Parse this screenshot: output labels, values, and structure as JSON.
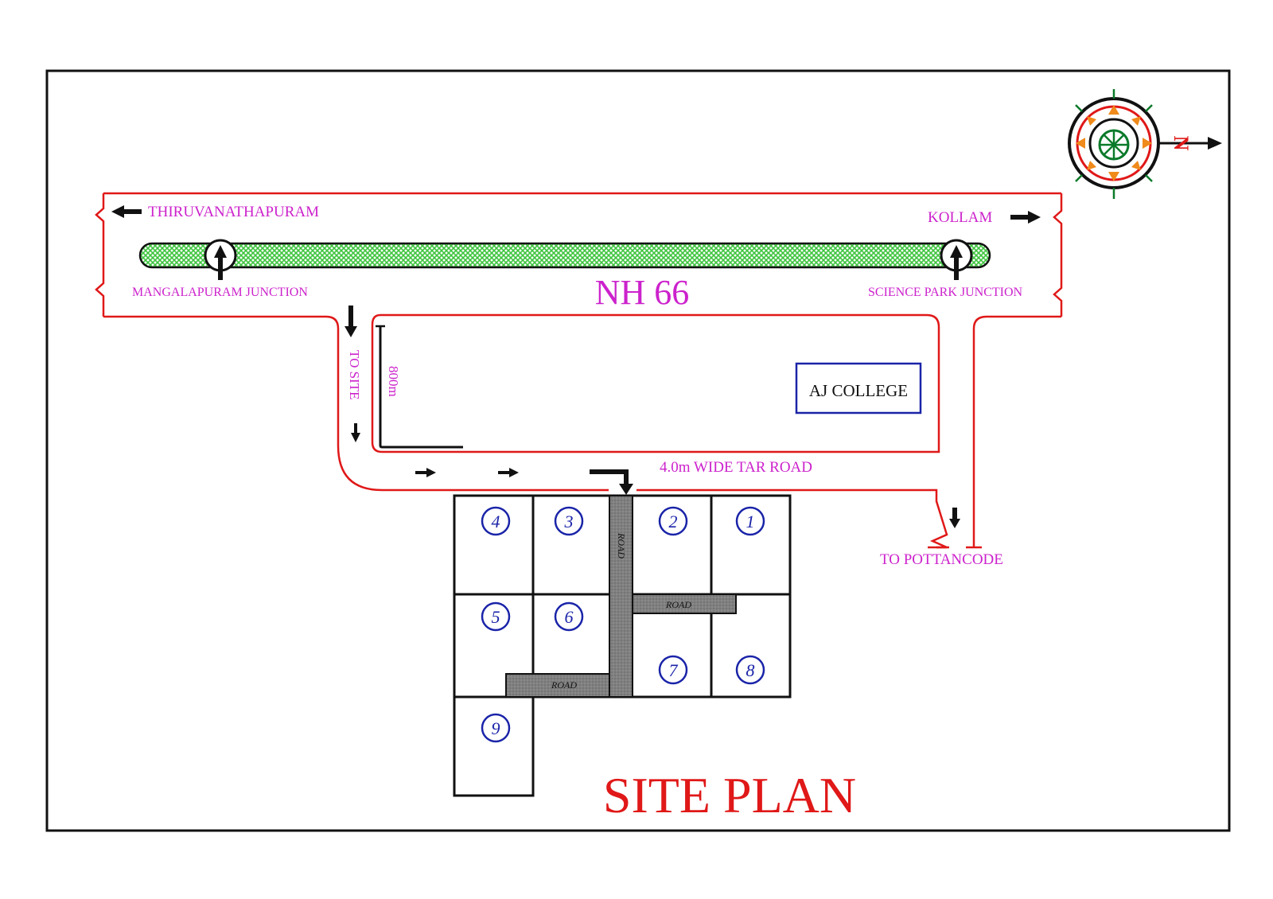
{
  "title": "SITE PLAN",
  "highway": {
    "name": "NH 66"
  },
  "destinations": {
    "west": "THIRUVANATHAPURAM",
    "east": "KOLLAM",
    "south": "TO POTTANCODE"
  },
  "junctions": {
    "left": "MANGALAPURAM JUNCTION",
    "right": "SCIENCE PARK JUNCTION"
  },
  "route": {
    "to_site": "TO SITE",
    "distance": "800m",
    "road_spec": "4.0m WIDE TAR ROAD"
  },
  "landmark": {
    "name": "AJ COLLEGE"
  },
  "internal_road_label": "ROAD",
  "plots": [
    "1",
    "2",
    "3",
    "4",
    "5",
    "6",
    "7",
    "8",
    "9"
  ],
  "compass": {
    "north_letter": "N"
  },
  "colors": {
    "road_outline": "#e01818",
    "label_text": "#cc22cc",
    "highway_fill": "#3ec43e",
    "title": "#e01818",
    "plot_number": "#1a24a8",
    "internal_road": "#7a7a7a",
    "landmark_border": "#1a24a8"
  }
}
